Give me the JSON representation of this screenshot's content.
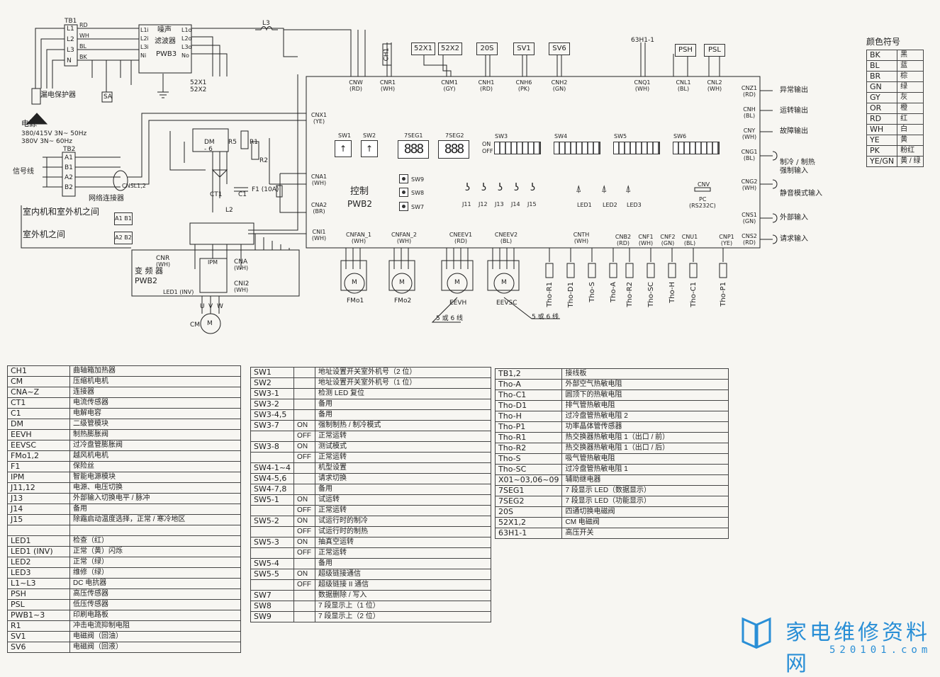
{
  "power": {
    "tb1": "TB1",
    "terminals": [
      "L1",
      "L2",
      "L3",
      "N"
    ],
    "wire_colors": [
      "RD",
      "WH",
      "BL",
      "BK"
    ],
    "noise_filter": [
      "噪声",
      "滤波器",
      "PWB3"
    ],
    "noise_ports": [
      "L1i",
      "L2i",
      "L3i",
      "Ni",
      "L1o",
      "L2o",
      "L3o",
      "No"
    ],
    "leakage": "漏电保护器",
    "source_title": "电源",
    "source_line1": "380/415V 3N~ 50Hz",
    "source_line2": "380V      3N~ 60Hz",
    "sa": "SA",
    "l3": "L3",
    "x52": "52X1",
    "x52b": "52X2",
    "ch1": "CH1"
  },
  "signal": {
    "title": "信号线",
    "tb2": "TB2",
    "terms": [
      "A1",
      "B1",
      "A2",
      "B2"
    ],
    "network_label": "网络连接器",
    "cnsl": "CNSL1,2",
    "between1": "室内机和室外机之间",
    "between2": "室外机之间",
    "tag1": "A1 B1",
    "tag2": "A2 B2"
  },
  "dm": {
    "label": "DM",
    "sub": "- 6",
    "r1": "R1",
    "r2": "R2",
    "r5": "R5",
    "l2": "L2",
    "c1": "C1",
    "ct1": "CT1",
    "fuse": "F1 (10A)"
  },
  "inverter": {
    "cnr": "CNR",
    "cnr_c": "(WH)",
    "title": "变 频 器",
    "pwb": "PWB2",
    "led": "LED1 (INV)",
    "ipm": "IPM",
    "cna": "CNA",
    "cna_c": "(WH)",
    "cni2": "CNI2",
    "cni2_c": "(WH)",
    "cm": "CM",
    "uvw": [
      "U",
      "V",
      "W"
    ]
  },
  "top_parts": [
    "52X1",
    "52X2",
    "20S",
    "SV1",
    "SV6",
    "63H1-1",
    "PSH",
    "PSL"
  ],
  "control": {
    "title": "控制",
    "pwb": "PWB2",
    "top_connectors": [
      {
        "name": "CNW",
        "color": "(RD)"
      },
      {
        "name": "CNR1",
        "color": "(WH)"
      },
      {
        "name": "CNM1",
        "color": "(GY)"
      },
      {
        "name": "CNH1",
        "color": "(RD)"
      },
      {
        "name": "CNH6",
        "color": "(PK)"
      },
      {
        "name": "CNH2",
        "color": "(GN)"
      },
      {
        "name": "CNQ1",
        "color": "(WH)"
      },
      {
        "name": "CNL1",
        "color": "(BL)"
      },
      {
        "name": "CNL2",
        "color": "(WH)"
      }
    ],
    "left_connectors": [
      {
        "name": "CNX1",
        "color": "(YE)"
      },
      {
        "name": "CNA1",
        "color": "(WH)"
      },
      {
        "name": "CNA2",
        "color": "(BR)"
      },
      {
        "name": "CNI1",
        "color": "(WH)"
      }
    ],
    "right_connectors": [
      {
        "name": "CNZ1",
        "color": "(RD)",
        "desc": "异常输出"
      },
      {
        "name": "CNH",
        "color": "(BL)",
        "desc": "运转输出"
      },
      {
        "name": "CNY",
        "color": "(WH)",
        "desc": "故障输出"
      },
      {
        "name": "CNG1",
        "color": "(BL)",
        "desc": "制冷 / 制热强制输入"
      },
      {
        "name": "CNG2",
        "color": "(WH)",
        "desc": "静音模式输入"
      },
      {
        "name": "CNS1",
        "color": "(GN)",
        "desc": "外部输入"
      },
      {
        "name": "CNS2",
        "color": "(RD)",
        "desc": "请求输入"
      }
    ],
    "bottom_connectors": [
      {
        "name": "CNFAN_1",
        "color": "(WH)"
      },
      {
        "name": "CNFAN_2",
        "color": "(WH)"
      },
      {
        "name": "CNEEV1",
        "color": "(RD)"
      },
      {
        "name": "CNEEV2",
        "color": "(BL)"
      },
      {
        "name": "CNTH",
        "color": "(WH)"
      },
      {
        "name": "CNB2",
        "color": "(RD)"
      },
      {
        "name": "CNF1",
        "color": "(WH)"
      },
      {
        "name": "CNF2",
        "color": "(GN)"
      },
      {
        "name": "CNU1",
        "color": "(BL)"
      },
      {
        "name": "CNP1",
        "color": "(YE)"
      }
    ],
    "sw1": "SW1",
    "sw2": "SW2",
    "seg1": "7SEG1",
    "seg2": "7SEG2",
    "seg_text": "888",
    "dips": [
      "SW3",
      "SW4",
      "SW5",
      "SW6"
    ],
    "on": "ON",
    "off": "OFF",
    "push": [
      "SW9",
      "SW8",
      "SW7"
    ],
    "jumpers": [
      "J11",
      "J12",
      "J13",
      "J14",
      "J15"
    ],
    "leds": [
      "LED1",
      "LED2",
      "LED3"
    ],
    "cnv": "CNV",
    "pc": "PC",
    "pc_note": "(RS232C)"
  },
  "loads": {
    "motors": [
      "FMo1",
      "FMo2",
      "EEVH",
      "EEVSC"
    ],
    "m": "M",
    "note": "5 或 6 线",
    "sensors": [
      "Tho-R1",
      "Tho-D1",
      "Tho-S",
      "Tho-A",
      "Tho-R2",
      "Tho-SC",
      "Tho-H",
      "Tho-C1",
      "Tho-P1"
    ]
  },
  "color_legend": {
    "title": "颜色符号",
    "rows": [
      [
        "BK",
        "黑"
      ],
      [
        "BL",
        "蓝"
      ],
      [
        "BR",
        "棕"
      ],
      [
        "GN",
        "绿"
      ],
      [
        "GY",
        "灰"
      ],
      [
        "OR",
        "橙"
      ],
      [
        "RD",
        "红"
      ],
      [
        "WH",
        "白"
      ],
      [
        "YE",
        "黄"
      ],
      [
        "PK",
        "粉红"
      ],
      [
        "YE/GN",
        "黄 / 绿"
      ]
    ]
  },
  "table1": [
    [
      "CH1",
      "曲轴箱加热器"
    ],
    [
      "CM",
      "压缩机电机"
    ],
    [
      "CNA~Z",
      "连接器"
    ],
    [
      "CT1",
      "电流传感器"
    ],
    [
      "C1",
      "电解电容"
    ],
    [
      "DM",
      "二级管模块"
    ],
    [
      "EEVH",
      "制热膨胀阀"
    ],
    [
      "EEVSC",
      "过冷盘管膨胀阀"
    ],
    [
      "FMo1,2",
      "越风机电机"
    ],
    [
      "F1",
      "保险丝"
    ],
    [
      "IPM",
      "智能电源模块"
    ],
    [
      "J11,12",
      "电源、电压切换"
    ],
    [
      "J13",
      "外部输入切换电平 / 脉冲"
    ],
    [
      "J14",
      "备用"
    ],
    [
      "J15",
      "除霜启动温度选择，正常 / 寒冷地区"
    ],
    [
      "",
      ""
    ],
    [
      "LED1",
      "检查（红）"
    ],
    [
      "LED1 (INV)",
      "正常（黄）闪烁"
    ],
    [
      "LED2",
      "正常（绿）"
    ],
    [
      "LED3",
      "维修（绿）"
    ],
    [
      "L1~L3",
      "DC 电抗器"
    ],
    [
      "PSH",
      "高压传感器"
    ],
    [
      "PSL",
      "低压传感器"
    ],
    [
      "PWB1~3",
      "印刷电路板"
    ],
    [
      "R1",
      "冲击电流抑制电阻"
    ],
    [
      "SV1",
      "电磁阀（回油）"
    ],
    [
      "SV6",
      "电磁阀（回液）"
    ]
  ],
  "table2": [
    [
      "SW1",
      "",
      "地址设置开关室外机号（2 位）"
    ],
    [
      "SW2",
      "",
      "地址设置开关室外机号（1 位）"
    ],
    [
      "SW3-1",
      "",
      "检测 LED 复位"
    ],
    [
      "SW3-2",
      "",
      "备用"
    ],
    [
      "SW3-4,5",
      "",
      "备用"
    ],
    [
      "SW3-7",
      "ON",
      "强制制热 / 制冷模式"
    ],
    [
      "",
      "OFF",
      "正常运转"
    ],
    [
      "SW3-8",
      "ON",
      "测试模式"
    ],
    [
      "",
      "OFF",
      "正常运转"
    ],
    [
      "SW4-1~4",
      "",
      "机型设置"
    ],
    [
      "SW4-5,6",
      "",
      "请求切换"
    ],
    [
      "SW4-7,8",
      "",
      "备用"
    ],
    [
      "SW5-1",
      "ON",
      "试运转"
    ],
    [
      "",
      "OFF",
      "正常运转"
    ],
    [
      "SW5-2",
      "ON",
      "试运行时的制冷"
    ],
    [
      "",
      "OFF",
      "试运行时的制热"
    ],
    [
      "SW5-3",
      "ON",
      "抽真空运转"
    ],
    [
      "",
      "OFF",
      "正常运转"
    ],
    [
      "SW5-4",
      "",
      "备用"
    ],
    [
      "SW5-5",
      "ON",
      "超级链接通信"
    ],
    [
      "",
      "OFF",
      "超级链接 II 通信"
    ],
    [
      "SW7",
      "",
      "数据删除 / 写入"
    ],
    [
      "SW8",
      "",
      "7 段显示上（1 位）"
    ],
    [
      "SW9",
      "",
      "7 段显示上（2 位）"
    ]
  ],
  "table3": [
    [
      "TB1,2",
      "接线板"
    ],
    [
      "Tho-A",
      "外部空气热敏电阻"
    ],
    [
      "Tho-C1",
      "圆顶下的热敏电阻"
    ],
    [
      "Tho-D1",
      "排气管热敏电阻"
    ],
    [
      "Tho-H",
      "过冷盘管热敏电阻 2"
    ],
    [
      "Tho-P1",
      "功率晶体管传感器"
    ],
    [
      "Tho-R1",
      "热交换器热敏电阻 1（出口 / 前）"
    ],
    [
      "Tho-R2",
      "热交换器热敏电阻 1（出口 / 后）"
    ],
    [
      "Tho-S",
      "吸气管热敏电阻"
    ],
    [
      "Tho-SC",
      "过冷盘管热敏电阻 1"
    ],
    [
      "X01~03,06~09",
      "辅助继电器"
    ],
    [
      "7SEG1",
      "7 段显示 LED（数据显示）"
    ],
    [
      "7SEG2",
      "7 段显示 LED（功能显示）"
    ],
    [
      "20S",
      "四通切换电磁阀"
    ],
    [
      "52X1,2",
      "CM 电磁阀"
    ],
    [
      "63H1-1",
      "高压开关"
    ]
  ],
  "brand": {
    "name": "家电维修资料网",
    "url": "520101.com"
  }
}
